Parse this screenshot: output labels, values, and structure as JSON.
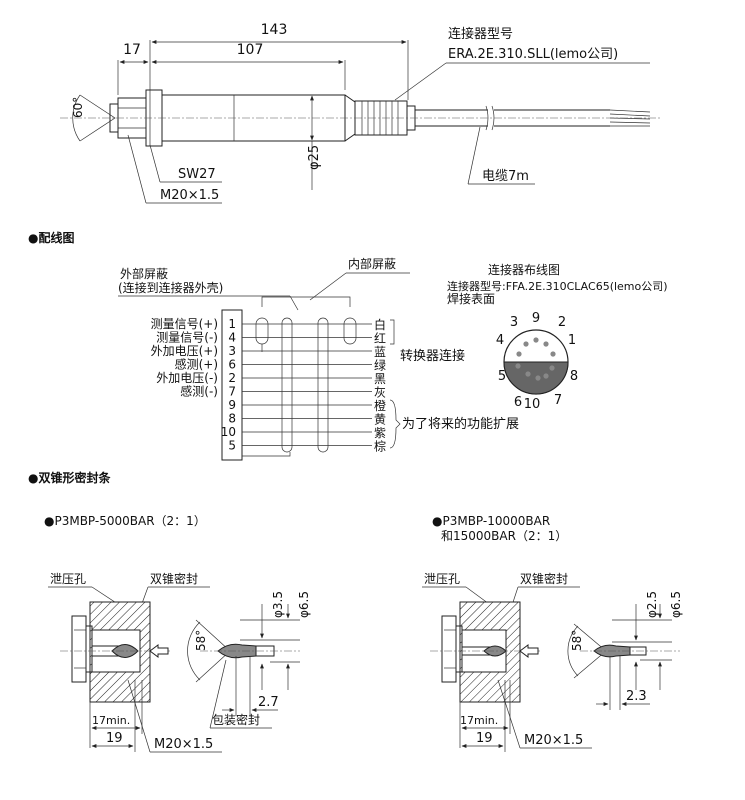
{
  "sensor": {
    "dim_total": "143",
    "dim_body": "107",
    "dim_hex": "17",
    "angle": "60°",
    "connector_label": "连接器型号",
    "connector_model": "ERA.2E.310.SLL(lemo公司)",
    "wrench": "SW27",
    "thread": "M20×1.5",
    "diameter": "φ25",
    "cable": "电缆7m"
  },
  "wiring": {
    "section_title": "●配线图",
    "outer_shield": "外部屏蔽",
    "outer_shield_note": "(连接到连接器外壳)",
    "inner_shield": "内部屏蔽",
    "signals": [
      {
        "name": "测量信号(+)",
        "pin": "1",
        "color": "白"
      },
      {
        "name": "测量信号(-)",
        "pin": "4",
        "color": "红"
      },
      {
        "name": "外加电压(+)",
        "pin": "3",
        "color": "蓝"
      },
      {
        "name": "感测(+)",
        "pin": "6",
        "color": "绿"
      },
      {
        "name": "外加电压(-)",
        "pin": "2",
        "color": "黑"
      },
      {
        "name": "感测(-)",
        "pin": "7",
        "color": "灰"
      },
      {
        "name": "",
        "pin": "9",
        "color": "橙"
      },
      {
        "name": "",
        "pin": "8",
        "color": "黄"
      },
      {
        "name": "",
        "pin": "10",
        "color": "紫"
      },
      {
        "name": "",
        "pin": "5",
        "color": "棕"
      }
    ],
    "converter_note": "转换器连接",
    "reserved_note": "为了将来的功能扩展",
    "connector_layout_title": "连接器布线图",
    "connector_layout_model": "连接器型号:FFA.2E.310CLAC65(lemo公司)",
    "connector_layout_face": "焊接表面",
    "pin_labels": [
      "3",
      "9",
      "2",
      "4",
      "1",
      "5",
      "8",
      "6",
      "10",
      "7"
    ]
  },
  "seal": {
    "section_title": "●双锥形密封条",
    "left": {
      "title": "●P3MBP-5000BAR（2：1）",
      "relief_hole": "泄压孔",
      "seal_label": "双锥密封",
      "d1": "φ3.5",
      "d2": "φ6.5",
      "angle": "58°",
      "len": "2.7",
      "package_seal": "包装密封",
      "min_depth": "17min.",
      "depth": "19",
      "thread": "M20×1.5"
    },
    "right": {
      "title_line1": "●P3MBP-10000BAR",
      "title_line2": "和15000BAR（2：1）",
      "relief_hole": "泄压孔",
      "seal_label": "双锥密封",
      "d1": "φ2.5",
      "d2": "φ6.5",
      "angle": "58°",
      "len": "2.3",
      "min_depth": "17min.",
      "depth": "19",
      "thread": "M20×1.5"
    }
  }
}
